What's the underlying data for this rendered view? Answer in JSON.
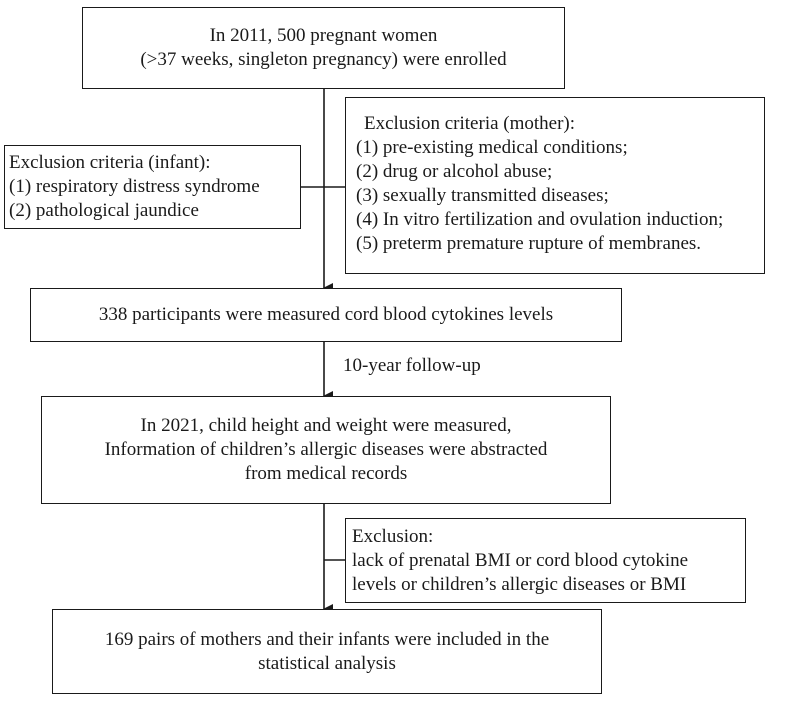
{
  "enrolled": {
    "lines": [
      "In 2011, 500 pregnant women",
      "(>37 weeks, singleton pregnancy)  were enrolled"
    ]
  },
  "exclusion_mother": {
    "lines": [
      "Exclusion criteria (mother):",
      "(1) pre-existing medical conditions;",
      "(2) drug or alcohol abuse;",
      "(3) sexually transmitted diseases;",
      "(4) In vitro fertilization and ovulation induction;",
      "(5) preterm premature rupture of membranes."
    ]
  },
  "exclusion_infant": {
    "lines": [
      "Exclusion criteria (infant):",
      "(1) respiratory distress syndrome",
      "(2) pathological jaundice"
    ]
  },
  "measured": {
    "lines": [
      "338 participants were measured cord blood cytokines levels"
    ]
  },
  "followup": {
    "label": "10-year follow-up"
  },
  "measured_2021": {
    "lines": [
      "In 2021, child height and weight were measured,",
      "Information of children’s allergic diseases were abstracted",
      "from medical records"
    ]
  },
  "exclusion_final": {
    "lines": [
      "Exclusion:",
      "lack of prenatal BMI or cord blood cytokine",
      "levels or children’s allergic diseases or  BMI"
    ]
  },
  "included": {
    "lines": [
      "169 pairs of mothers and their infants were included in the",
      "statistical analysis"
    ]
  }
}
